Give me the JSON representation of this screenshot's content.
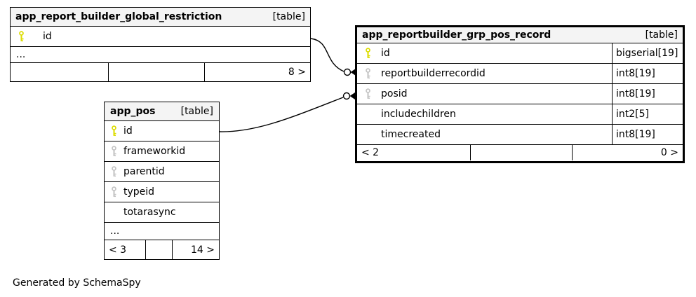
{
  "caption": "Generated by SchemaSpy",
  "tables": [
    {
      "name": "app_report_builder_global_restriction",
      "badge": "[table]",
      "columns": [
        {
          "name": "id",
          "key": "pk"
        }
      ],
      "ellipsis": "...",
      "footer": {
        "left": "",
        "mid": "",
        "right": "8 >"
      }
    },
    {
      "name": "app_reportbuilder_grp_pos_record",
      "badge": "[table]",
      "columns": [
        {
          "name": "id",
          "key": "pk",
          "type": "bigserial[19]"
        },
        {
          "name": "reportbuilderrecordid",
          "key": "fk",
          "type": "int8[19]"
        },
        {
          "name": "posid",
          "key": "fk",
          "type": "int8[19]"
        },
        {
          "name": "includechildren",
          "key": "",
          "type": "int2[5]"
        },
        {
          "name": "timecreated",
          "key": "",
          "type": "int8[19]"
        }
      ],
      "footer": {
        "left": "< 2",
        "mid": "",
        "right": "0 >"
      }
    },
    {
      "name": "app_pos",
      "badge": "[table]",
      "columns": [
        {
          "name": "id",
          "key": "pk"
        },
        {
          "name": "frameworkid",
          "key": "fk"
        },
        {
          "name": "parentid",
          "key": "fk"
        },
        {
          "name": "typeid",
          "key": "fk"
        },
        {
          "name": "totarasync",
          "key": ""
        }
      ],
      "ellipsis": "...",
      "footer": {
        "left": "< 3",
        "mid": "",
        "right": "14 >"
      }
    }
  ],
  "relationships": [
    {
      "from": "app_report_builder_global_restriction.id",
      "to": "app_reportbuilder_grp_pos_record.reportbuilderrecordid"
    },
    {
      "from": "app_pos.id",
      "to": "app_reportbuilder_grp_pos_record.posid"
    }
  ],
  "colors": {
    "primary_key": "#dcdc00",
    "foreign_key": "#c4c4c4",
    "header_bg": "#f4f4f4",
    "border": "#000000"
  }
}
